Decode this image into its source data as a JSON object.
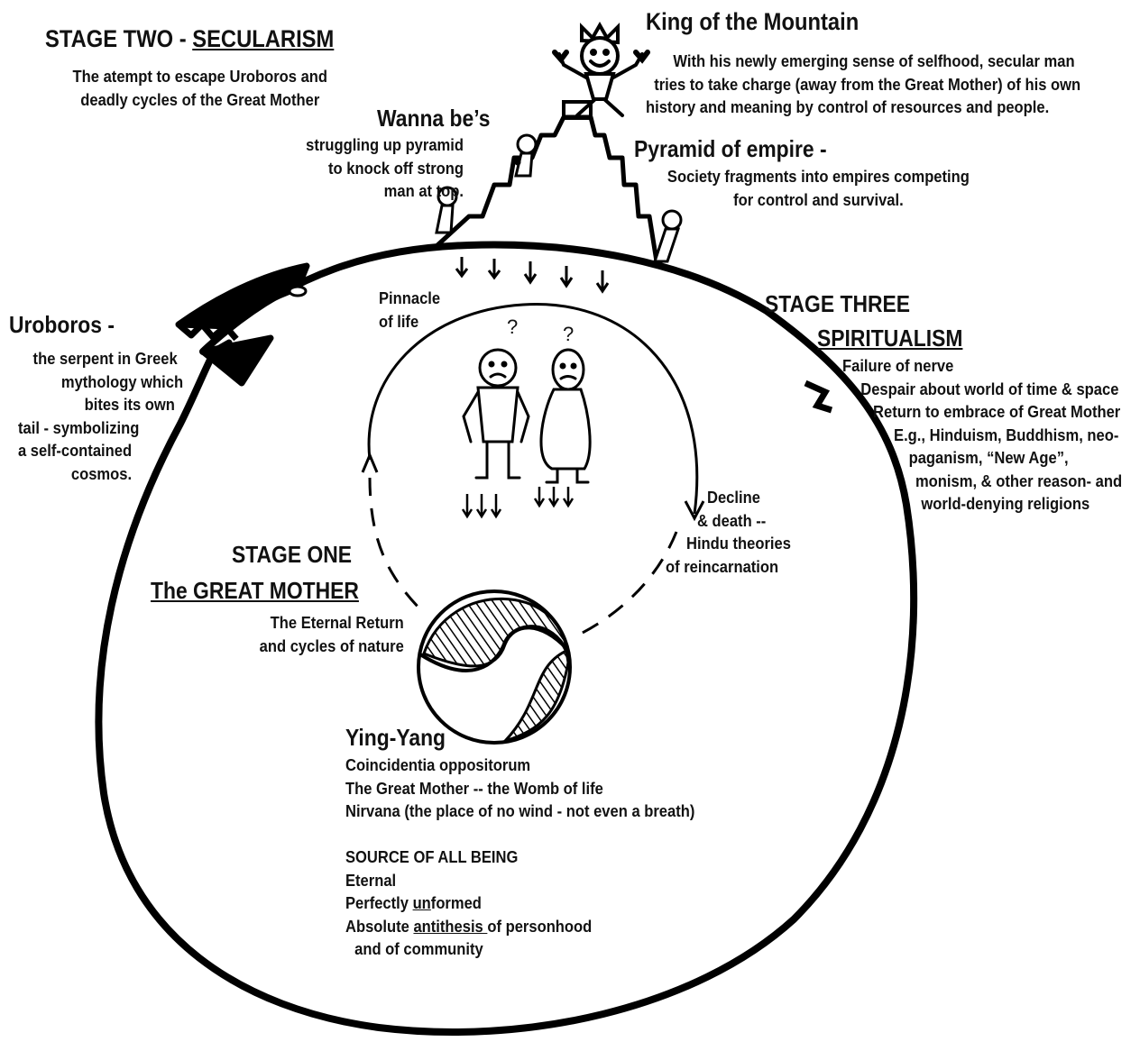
{
  "stage_two": {
    "prefix": "STAGE TWO - ",
    "title": "SECULARISM",
    "description": [
      "The atempt to escape Uroboros and",
      "deadly cycles of the Great Mother"
    ]
  },
  "king": {
    "title": "King of the Mountain",
    "description": [
      "With his newly emerging sense of selfhood, secular man",
      "tries to take charge (away from the Great Mother) of his own",
      "history and meaning by control of resources and people."
    ]
  },
  "wanna_be": {
    "title": "Wanna be’s",
    "description": [
      "struggling up pyramid",
      "to knock off strong",
      "man at top."
    ]
  },
  "pyramid": {
    "title": "Pyramid of empire -",
    "description": [
      "Society fragments into empires competing",
      "for control and survival."
    ]
  },
  "uroboros": {
    "title": "Uroboros -",
    "description": [
      "the serpent in Greek",
      "mythology which",
      "bites its own",
      "tail - symbolizing",
      "a self-contained",
      "cosmos."
    ]
  },
  "stage_three": {
    "line1": "STAGE THREE",
    "line2": "SPIRITUALISM",
    "description": [
      "Failure of nerve",
      "Despair about world of time & space",
      "Return to embrace of Great Mother",
      "E.g., Hinduism, Buddhism,  neo-",
      "paganism, “New Age”,",
      "monism, & other reason- and",
      "world-denying religions"
    ]
  },
  "pinnacle": {
    "lines": [
      "Pinnacle",
      "of life"
    ]
  },
  "question_marks": [
    "?",
    "?"
  ],
  "decline": {
    "lines": [
      "Decline",
      "& death --",
      "Hindu theories",
      "of reincarnation"
    ]
  },
  "stage_one": {
    "line1": "STAGE ONE",
    "line2": "The GREAT MOTHER",
    "description": [
      "The Eternal Return",
      "and cycles of nature"
    ]
  },
  "ying_yang": {
    "title": "Ying-Yang",
    "lines": [
      "Coincidentia oppositorum",
      "The Great Mother -- the Womb of life",
      "Nirvana (the place of no wind - not even a breath)"
    ],
    "source_heading": "SOURCE OF ALL BEING",
    "eternal": "Eternal",
    "perfectly": {
      "before": "Perfectly ",
      "underlined": "un",
      "after": "formed"
    },
    "absolute": {
      "before": "Absolute ",
      "underlined": "antithesis ",
      "after": "of personhood"
    },
    "community": "and of community"
  }
}
